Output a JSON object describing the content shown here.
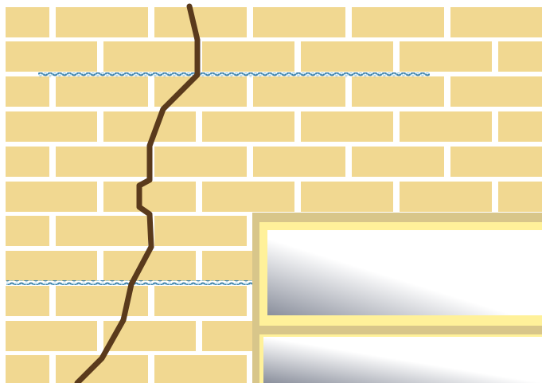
{
  "colors": {
    "mortar": "#ffffff",
    "brick": "#f1d891",
    "crack": "#5a3a1c",
    "tie_wire": "#3b7fa8",
    "tie_wire_light": "#8cc3df",
    "lintel": "#d8c68a",
    "window_frame": "#fff19a",
    "glass_dark": "#8a8f9c",
    "glass_light": "#ffffff"
  },
  "elements": {
    "wall": "brick-wall",
    "crack": "diagonal-crack",
    "upper_tie": "reinforcement-wire",
    "lower_tie": "reinforcement-wire",
    "window": "window-opening"
  }
}
